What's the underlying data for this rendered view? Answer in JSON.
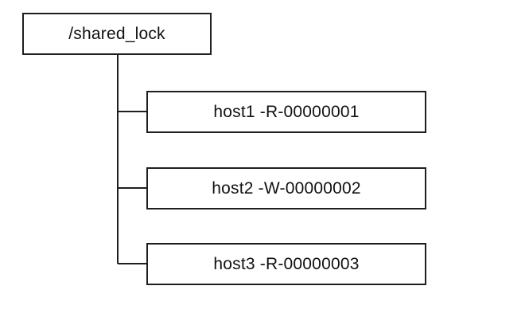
{
  "root": {
    "label": "/shared_lock"
  },
  "children": [
    {
      "label": "host1 -R-00000001"
    },
    {
      "label": "host2 -W-00000002"
    },
    {
      "label": "host3 -R-00000003"
    }
  ],
  "colors": {
    "stroke": "#1f1f1f",
    "background": "#ffffff",
    "text": "#111111"
  }
}
